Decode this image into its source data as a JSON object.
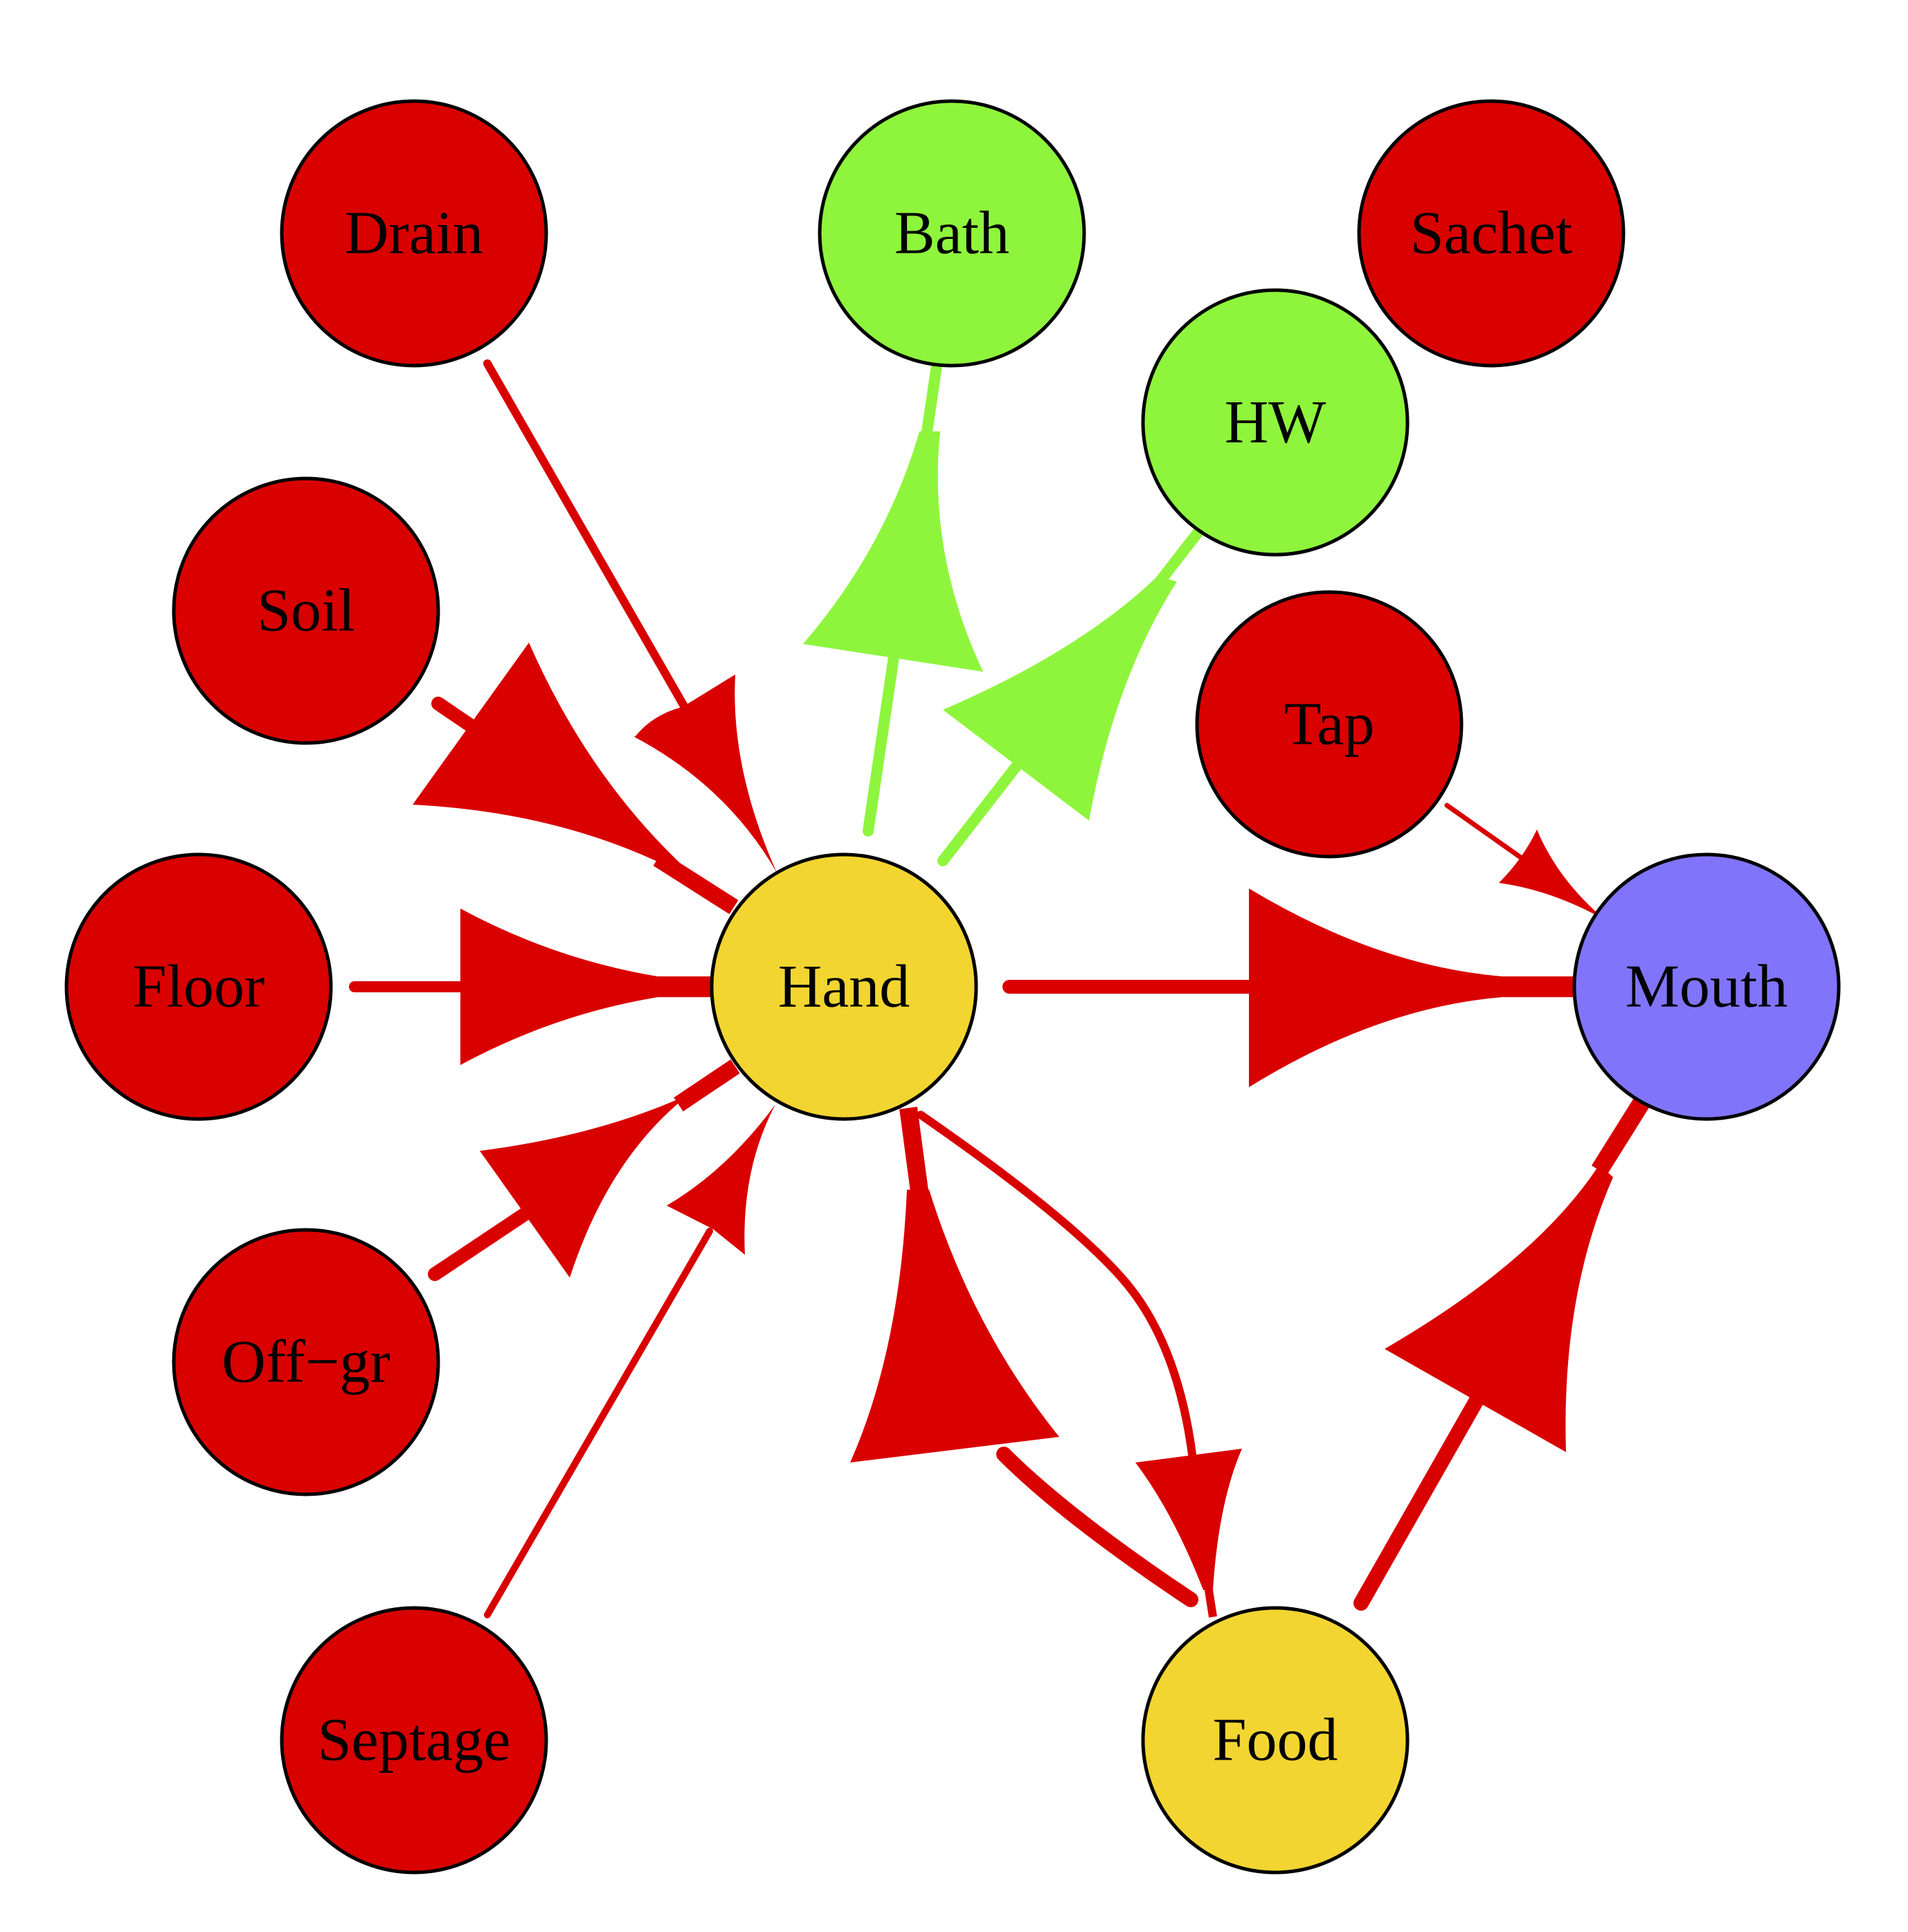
{
  "colors": {
    "source": "#D90000",
    "intervention": "#8EF53C",
    "intermediate": "#F2D531",
    "outcome": "#8075FA",
    "edge_red": "#D90000",
    "edge_green": "#8EF53C"
  },
  "nodes": {
    "drain": {
      "label": "Drain",
      "group": "source"
    },
    "bath": {
      "label": "Bath",
      "group": "intervention"
    },
    "sachet": {
      "label": "Sachet",
      "group": "source"
    },
    "hw": {
      "label": "HW",
      "group": "intervention"
    },
    "soil": {
      "label": "Soil",
      "group": "source"
    },
    "tap": {
      "label": "Tap",
      "group": "source"
    },
    "floor": {
      "label": "Floor",
      "group": "source"
    },
    "hand": {
      "label": "Hand",
      "group": "intermediate"
    },
    "mouth": {
      "label": "Mouth",
      "group": "outcome"
    },
    "offgr": {
      "label": "Off−gr",
      "group": "source"
    },
    "septage": {
      "label": "Septage",
      "group": "source"
    },
    "food": {
      "label": "Food",
      "group": "intermediate"
    }
  },
  "edges": [
    {
      "from": "drain",
      "to": "hand",
      "color": "edge_red"
    },
    {
      "from": "soil",
      "to": "hand",
      "color": "edge_red"
    },
    {
      "from": "floor",
      "to": "hand",
      "color": "edge_red"
    },
    {
      "from": "offgr",
      "to": "hand",
      "color": "edge_red"
    },
    {
      "from": "septage",
      "to": "hand",
      "color": "edge_red"
    },
    {
      "from": "hand",
      "to": "bath",
      "color": "edge_green"
    },
    {
      "from": "hand",
      "to": "hw",
      "color": "edge_green"
    },
    {
      "from": "hand",
      "to": "mouth",
      "color": "edge_red"
    },
    {
      "from": "tap",
      "to": "mouth",
      "color": "edge_red"
    },
    {
      "from": "hand",
      "to": "food",
      "color": "edge_red"
    },
    {
      "from": "food",
      "to": "hand",
      "color": "edge_red"
    },
    {
      "from": "food",
      "to": "mouth",
      "color": "edge_red"
    }
  ]
}
